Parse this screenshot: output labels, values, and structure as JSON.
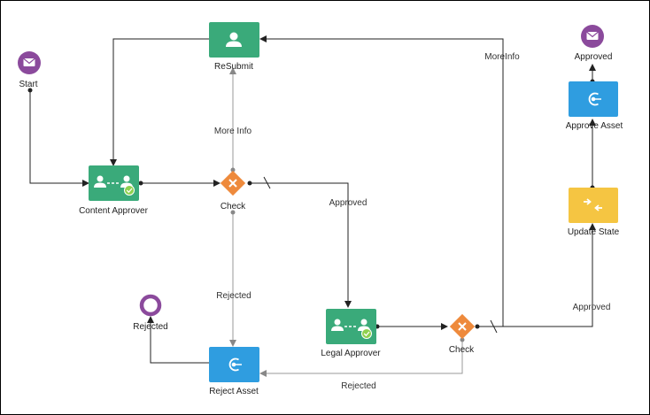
{
  "colors": {
    "user_task": "#3aaa7a",
    "service_task": "#2f9de0",
    "gateway": "#ee8a3c",
    "event": "#8b4a9c",
    "update_task": "#f5c542",
    "edge_dark": "#222222",
    "edge_gray": "#999999"
  },
  "nodes": {
    "start": {
      "label": "Start",
      "icon": "envelope-icon"
    },
    "resubmit": {
      "label": "ReSubmit",
      "icon": "user-icon"
    },
    "content_approver": {
      "label": "Content Approver",
      "icon": "user-approve-icon"
    },
    "check_1": {
      "label": "Check",
      "icon": "x-icon"
    },
    "legal_approver": {
      "label": "Legal Approver",
      "icon": "user-approve-icon"
    },
    "check_2": {
      "label": "Check",
      "icon": "x-icon"
    },
    "rejected_end": {
      "label": "Rejected",
      "icon": "end-circle-icon"
    },
    "reject_asset": {
      "label": "Reject Asset",
      "icon": "service-icon"
    },
    "update_state": {
      "label": "Update State",
      "icon": "arrows-icon"
    },
    "approve_asset": {
      "label": "Approve Asset",
      "icon": "service-icon"
    },
    "approved_end": {
      "label": "Approved",
      "icon": "envelope-icon"
    }
  },
  "edges": {
    "check1_resubmit": "More Info",
    "check1_legal": "Approved",
    "check1_reject": "Rejected",
    "check2_resubmit": "MoreInfo",
    "check2_reject": "Rejected",
    "check2_update": "Approved"
  }
}
